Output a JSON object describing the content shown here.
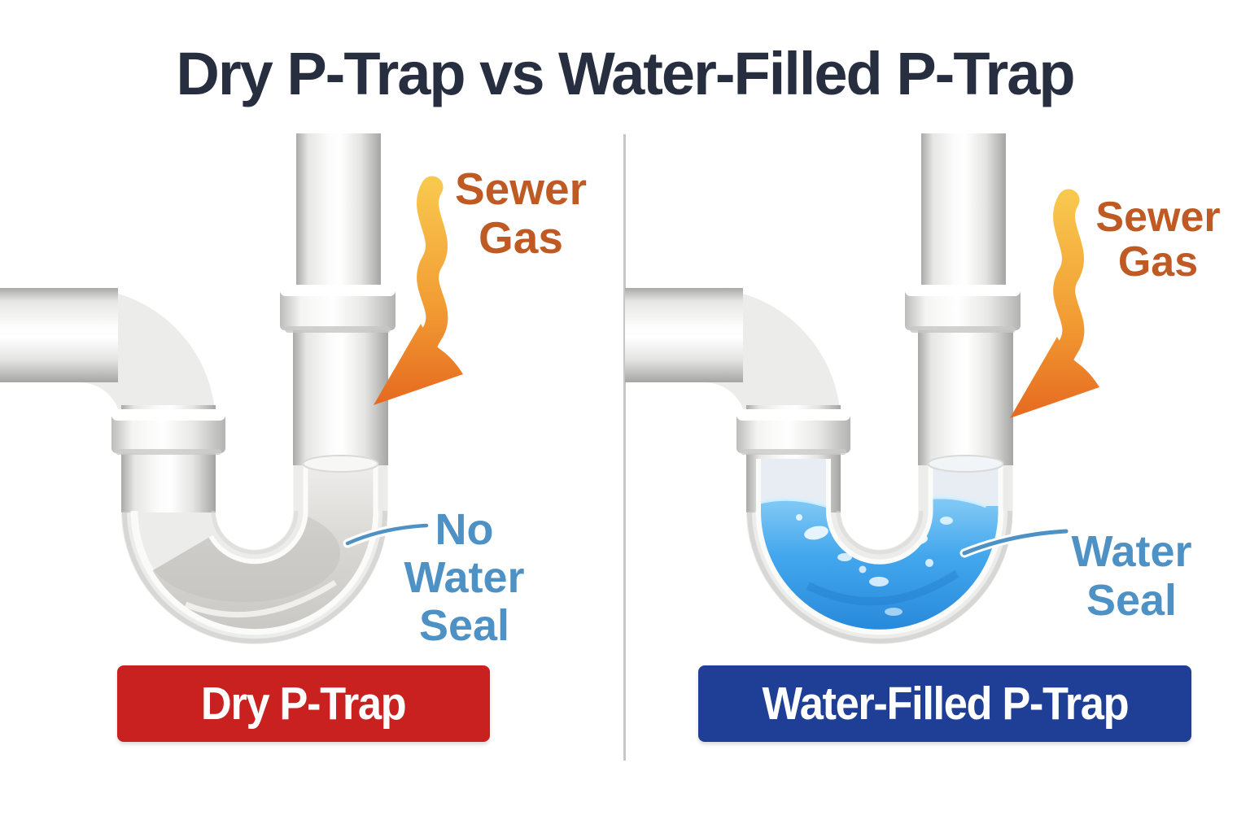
{
  "title": "Dry P-Trap vs Water-Filled P-Trap",
  "panels": {
    "left": {
      "state": "dry",
      "sewer_gas_label": {
        "line1": "Sewer",
        "line2": "Gas"
      },
      "seal_label": {
        "line1": "No",
        "line2": "Water",
        "line3": "Seal"
      },
      "banner_label": "Dry P-Trap"
    },
    "right": {
      "state": "water-filled",
      "sewer_gas_label": {
        "line1": "Sewer",
        "line2": "Gas"
      },
      "seal_label": {
        "line1": "Water",
        "line2": "Seal"
      },
      "banner_label": "Water-Filled P-Trap"
    }
  },
  "colors": {
    "title_text": "#262e40",
    "sewer_gas_text": "#bf5a24",
    "seal_text": "#4e91c5",
    "dry_banner": "#c8211f",
    "water_banner": "#1f3e96",
    "water": "#3fa5ec",
    "arrow_top": "#f8c94f",
    "arrow_bottom": "#e5661f",
    "pipe_shade": "#a9a9a8",
    "divider": "#c6c6c6"
  }
}
